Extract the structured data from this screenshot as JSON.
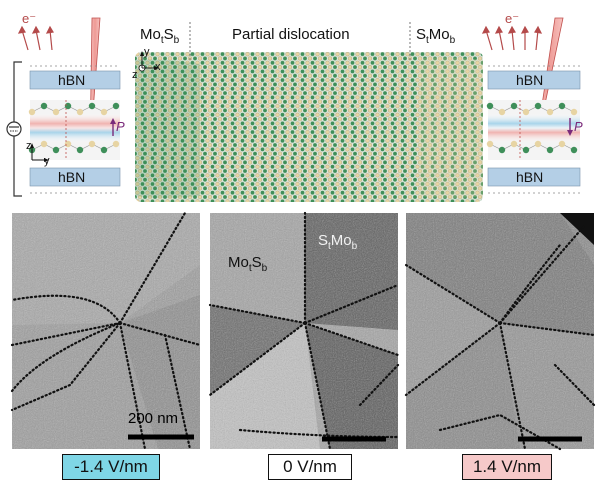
{
  "figure": {
    "top": {
      "electron_label_left": "e⁻",
      "electron_label_right": "e⁻",
      "hbn_label": "hBN",
      "polarization_label": "P",
      "axis_y": "y",
      "axis_x": "x",
      "axis_z": "z",
      "domain_left_label": {
        "main1": "Mo",
        "sub1": "t",
        "main2": "S",
        "sub2": "b"
      },
      "center_title": "Partial dislocation",
      "domain_right_label": {
        "main1": "S",
        "sub1": "t",
        "main2": "Mo",
        "sub2": "b"
      }
    },
    "panels": [
      {
        "id": "left",
        "voltage": "-1.4 V/nm",
        "voltage_bg": "#7fd6e6",
        "scale_label": "200 nm"
      },
      {
        "id": "middle",
        "voltage": "0 V/nm",
        "voltage_bg": "#ffffff",
        "label_a": {
          "main1": "Mo",
          "sub1": "t",
          "main2": "S",
          "sub2": "b"
        },
        "label_b": {
          "main1": "S",
          "sub1": "t",
          "main2": "Mo",
          "sub2": "b"
        }
      },
      {
        "id": "right",
        "voltage": "1.4 V/nm",
        "voltage_bg": "#f6c9c9"
      }
    ],
    "colors": {
      "hbn": "#b4cfe6",
      "atom_green": "#3f8f5a",
      "atom_tan": "#e7d4a3",
      "beam": "#e8837f",
      "polarization": "#7a2a7a"
    }
  }
}
